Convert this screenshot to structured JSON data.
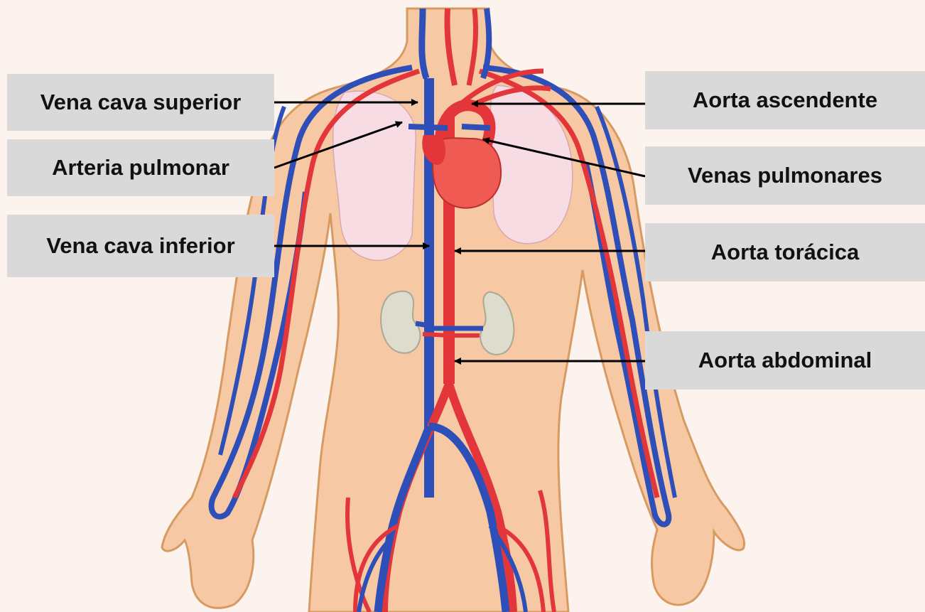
{
  "colors": {
    "background": "#fdf3ee",
    "skin": "#f6c8a3",
    "skin_outline": "#d79a61",
    "artery": "#e2363a",
    "vein": "#2f4fb8",
    "lung": "#f7dde3",
    "heart": "#ef5b52",
    "kidney": "#dddccd",
    "label_box": "#d9d9d9"
  },
  "labels": {
    "vena_cava_superior": "Vena cava superior",
    "arteria_pulmonar": "Arteria pulmonar",
    "vena_cava_inferior": "Vena cava inferior",
    "aorta_ascendente": "Aorta ascendente",
    "venas_pulmonares": "Venas pulmonares",
    "aorta_toracica": "Aorta torácica",
    "aorta_abdominal": "Aorta abdominal"
  }
}
